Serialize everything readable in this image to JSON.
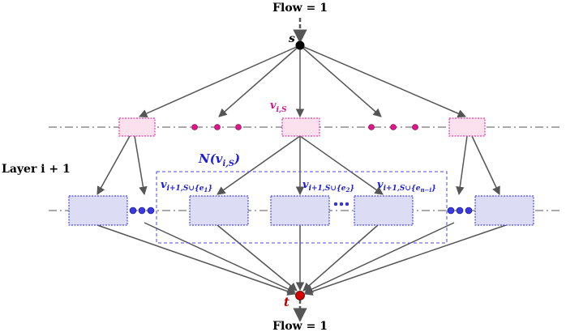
{
  "labels": {
    "flow_top": "Flow = 1",
    "flow_bottom": "Flow = 1",
    "source": "s",
    "sink": "t",
    "layer": "Layer i + 1",
    "v_is": "v",
    "v_is_sub": "i,S",
    "neighborhood": "N(v",
    "neighborhood_sub": "i,S",
    "neighborhood_close": ")",
    "v_e1": "v",
    "v_e1_sub": "i+1,S∪{e",
    "v_e1_subsub": "1",
    "v_e1_close": "}",
    "v_e2": "v",
    "v_e2_sub": "i+1,S∪{e",
    "v_e2_subsub": "2",
    "v_e2_close": "}",
    "v_en": "v",
    "v_en_sub": "i+1,S∪{e",
    "v_en_subsub": "n−i",
    "v_en_close": "}"
  },
  "colors": {
    "edge": "#555555",
    "pink_fill": "#fbe0ee",
    "pink_border": "#e040a0",
    "pink_dot": "#e0158a",
    "blue_fill": "#dcdcf5",
    "blue_border": "#4a4ae0",
    "blue_dot": "#3a3ae0",
    "blue_text": "#1f1fd6",
    "magenta_text": "#d0158a",
    "source_node": "#000000",
    "sink_node": "#d40000",
    "dash_line": "#555555"
  }
}
